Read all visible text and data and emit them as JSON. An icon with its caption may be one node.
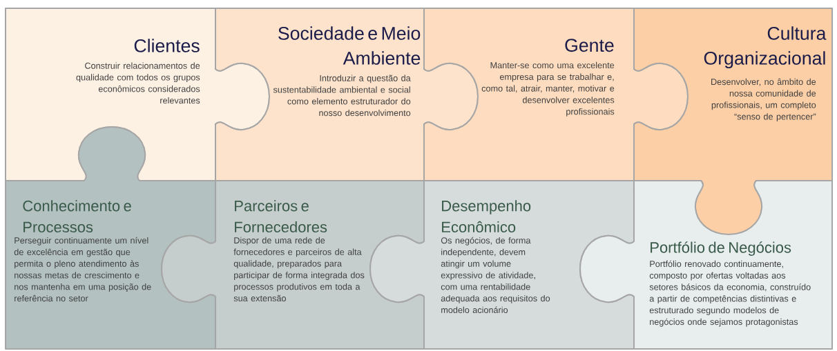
{
  "diagram": {
    "nodes": [
      {
        "text": [
          "Clientes",
          "Construir relacionamentos de qualidade com todos os grupos econômicos considerados relevantes"
        ]
      },
      {
        "text": [
          "Sociedade e Meio Ambiente",
          "Introduzir a questão da sustentabilidade ambiental e social como elemento estruturador do nosso desenvolvimento"
        ]
      },
      {
        "text": [
          "Gente",
          "Manter-se como uma excelente empresa para se trabalhar e, como tal, atrair, manter, motivar e desenvolver excelentes profissionais"
        ]
      },
      {
        "text": [
          "Cultura Organizacional",
          "Desenvolver, no âmbito de nossa comunidade de profissionais, um completo “senso de pertencer”"
        ]
      },
      {
        "text": [
          "Conhecimento e Processos",
          "Perseguir continuamente um nível de excelência em gestão que permita o pleno atendimento às nossas metas de crescimento e nos mantenha em uma posição de referência no setor"
        ]
      },
      {
        "text": [
          "Parceiros e Fornecedores",
          "Dispor de uma rede de fornecedores e parceiros de alta qualidade, preparados para participar de forma integrada dos processos produtivos em toda a sua extensão"
        ]
      },
      {
        "text": [
          "Desempenho Econômico",
          "Os negócios, de forma independente, devem atingir um volume expressivo de atividade, com uma rentabilidade adequada aos requisitos do modelo acionário"
        ]
      },
      {
        "text": [
          "Portfólio de Negócios",
          "Portfólio renovado continuamente, composto por ofertas voltadas aos setores básicos da economia, construído a partir de competências distintivas e estruturado segundo modelos de negócios onde sejamos protagonistas"
        ]
      }
    ]
  }
}
